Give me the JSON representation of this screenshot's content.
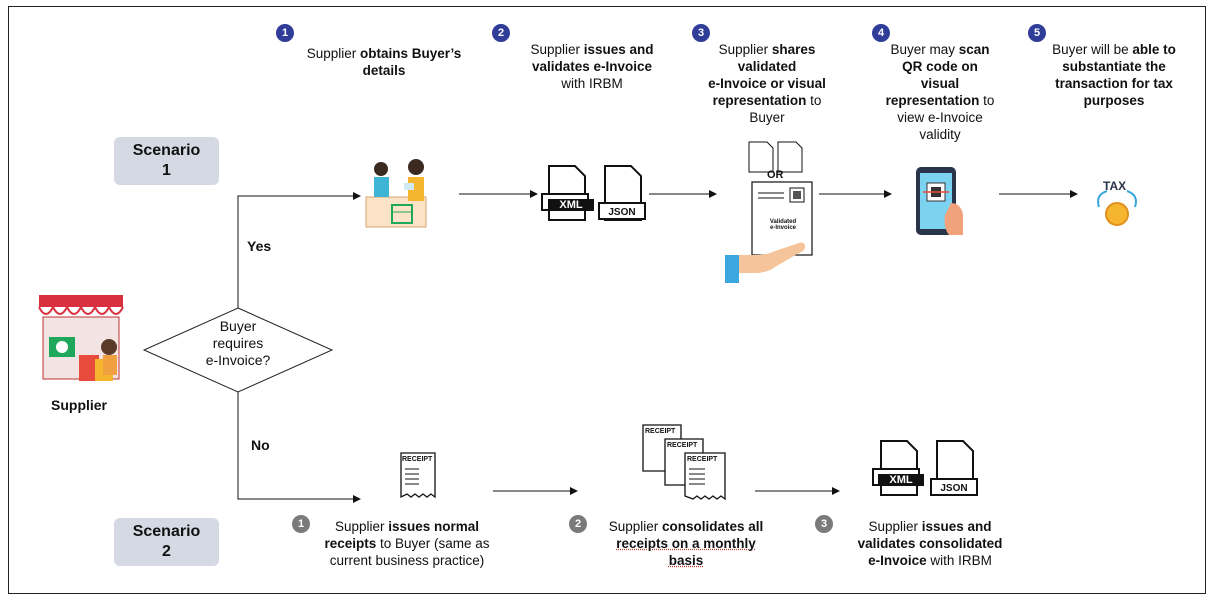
{
  "scenario1": {
    "title": "Scenario",
    "num": "1"
  },
  "scenario2": {
    "title": "Scenario",
    "num": "2"
  },
  "decision": {
    "line1": "Buyer",
    "line2": "requires",
    "line3": "e-Invoice?"
  },
  "supplier_label": "Supplier",
  "yes_label": "Yes",
  "no_label": "No",
  "steps1": [
    {
      "n": "1",
      "t1": "Supplier ",
      "b1": "obtains Buyer’s",
      "b2": "details"
    },
    {
      "n": "2",
      "t1": "Supplier ",
      "b1": "issues and",
      "b2": "validates e-Invoice",
      "t2": "with IRBM"
    },
    {
      "n": "3",
      "t1": "Supplier ",
      "b1": "shares",
      "b2": "validated",
      "b3": "e-Invoice or visual",
      "b4": "representation",
      "t2": " to",
      "t3": "Buyer"
    },
    {
      "n": "4",
      "t1": "Buyer may ",
      "b1": "scan",
      "b2": "QR code on",
      "b3": "visual",
      "b4": "representation",
      "t2": " to",
      "t3": "view e-Invoice",
      "t4": "validity"
    },
    {
      "n": "5",
      "t1": "Buyer will be ",
      "b1": "able to",
      "b2": "substantiate the",
      "b3": "transaction for tax",
      "b4": "purposes"
    }
  ],
  "steps2": [
    {
      "n": "1",
      "t1": "Supplier ",
      "b1": "issues normal",
      "b2": "receipts",
      "t2": " to Buyer (same as",
      "t3": "current business practice)"
    },
    {
      "n": "2",
      "t1": "Supplier ",
      "b1": "consolidates all",
      "b2": "receipts on a monthly",
      "b3": "basis"
    },
    {
      "n": "3",
      "t1": "Supplier ",
      "b1": "issues and",
      "b2": "validates consolidated",
      "b3": "e-Invoice",
      "t2": " with IRBM"
    }
  ],
  "icons": {
    "xml": "XML",
    "json": "JSON",
    "or": "OR",
    "validated": "Validated",
    "einvoice": "e-Invoice",
    "receipt": "RECEIPT",
    "tax": "TAX"
  },
  "colors": {
    "badge_blue": "#2f3d99",
    "badge_grey": "#7a7a7a",
    "scenario_bg": "#d4d9e3"
  }
}
